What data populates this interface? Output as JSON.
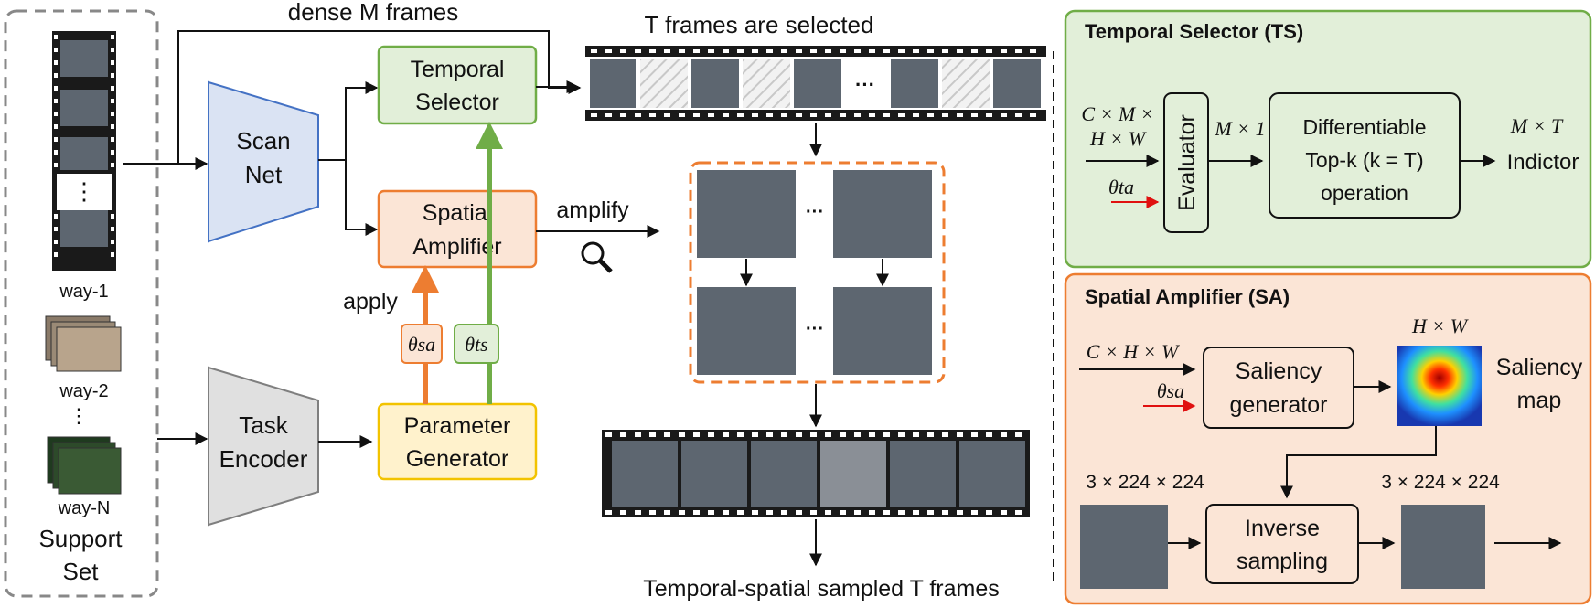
{
  "support_set": {
    "way1": "way-1",
    "way2": "way-2",
    "wayN": "way-N",
    "vdots": "⋮",
    "title_line1": "Support",
    "title_line2": "Set"
  },
  "top": {
    "dense_frames": "dense M frames",
    "t_frames_selected": "T frames are selected",
    "ellipsis": "···"
  },
  "blocks": {
    "scan_net_1": "Scan",
    "scan_net_2": "Net",
    "task_encoder_1": "Task",
    "task_encoder_2": "Encoder",
    "temporal_selector_1": "Temporal",
    "temporal_selector_2": "Selector",
    "spatial_amplifier_1": "Spatial",
    "spatial_amplifier_2": "Amplifier",
    "parameter_generator_1": "Parameter",
    "parameter_generator_2": "Generator",
    "theta_sa": "θsa",
    "theta_ts": "θts",
    "apply": "apply",
    "amplify": "amplify"
  },
  "bottom": {
    "sampled": "Temporal-spatial sampled T frames"
  },
  "ts_panel": {
    "title": "Temporal Selector (TS)",
    "input_1": "C × M ×",
    "input_2": "H × W",
    "theta": "θta",
    "evaluator": "Evaluator",
    "m_by_1": "M × 1",
    "topk_1": "Differentiable",
    "topk_2": "Top-k (k = T)",
    "topk_3": "operation",
    "m_by_t": "M × T",
    "indictor": "Indictor"
  },
  "sa_panel": {
    "title": "Spatial Amplifier (SA)",
    "input": "C × H × W",
    "theta": "θsa",
    "saliency_gen_1": "Saliency",
    "saliency_gen_2": "generator",
    "hw": "H × W",
    "saliency_map_1": "Saliency",
    "saliency_map_2": "map",
    "size_in": "3 × 224 × 224",
    "inverse_1": "Inverse",
    "inverse_2": "sampling",
    "size_out": "3 × 224 × 224"
  },
  "colors": {
    "green_fill": "#e2efd9",
    "green_stroke": "#70ad47",
    "orange_fill": "#fbe5d6",
    "orange_stroke": "#ed7d31",
    "blue_fill": "#dae3f3",
    "blue_stroke": "#4472c4",
    "gray_fill": "#e0e0e0",
    "yellow_fill": "#fff2cc",
    "yellow_stroke": "#f2c300"
  }
}
